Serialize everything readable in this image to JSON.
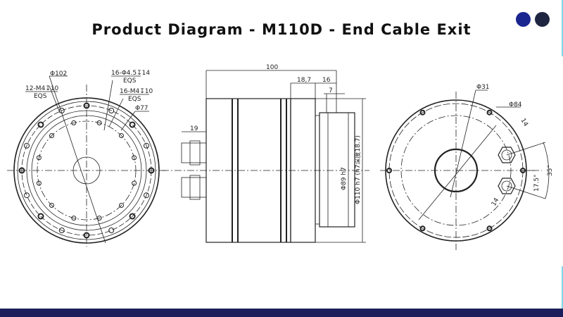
{
  "title": "Product Diagram - M110D - End Cable Exit",
  "colors": {
    "dot_primary": "#1b2590",
    "dot_secondary": "#1e2540",
    "bottom_bar": "#1a1f5c"
  },
  "front_view": {
    "dia_outer": "Φ102",
    "holes_a": "16-Φ4.5↧14",
    "holes_a_eqs": "EQS",
    "holes_b": "16-M4↧10",
    "holes_b_eqs": "EQS",
    "holes_c": "12-M4↧10",
    "holes_c_eqs": "EQS",
    "dia_inner": "Φ77"
  },
  "side_view": {
    "length": "100",
    "dim_a": "18,7",
    "dim_b": "16",
    "dim_c": "7",
    "cable_len": "19",
    "dia_89": "Φ89 h7",
    "dia_110": "Φ110 h7 (h7深度18.7)"
  },
  "rear_view": {
    "dia_bore": "Φ31",
    "dia_pcd": "Φ84",
    "dim_14a": "14",
    "dim_14b": "14",
    "angle_a": "17.5°",
    "angle_b": "35°"
  }
}
